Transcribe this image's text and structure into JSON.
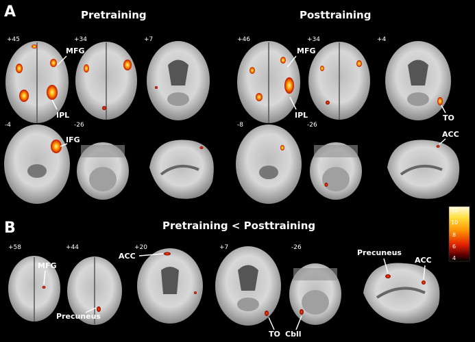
{
  "panels": {
    "a": "A",
    "b": "B"
  },
  "headings": {
    "pre": "Pretraining",
    "post": "Posttraining",
    "contrast": "Pretraining < Posttraining"
  },
  "pre_coords": [
    "+45",
    "+34",
    "+7",
    "-4",
    "-26"
  ],
  "post_coords": [
    "+46",
    "+34",
    "+4",
    "-8",
    "-26"
  ],
  "b_coords": [
    "+58",
    "+44",
    "+20",
    "+7",
    "-26"
  ],
  "regions_pre": {
    "mfg": "MFG",
    "ipl": "IPL",
    "ifg": "IFG"
  },
  "regions_post": {
    "mfg": "MFG",
    "ipl": "IPL",
    "to": "TO",
    "acc": "ACC"
  },
  "regions_b": {
    "mfg": "MFG",
    "precuneus_low": "Precuneus",
    "acc_top": "ACC",
    "to": "TO",
    "cbll": "Cbll",
    "precuneus_top": "Precuneus",
    "acc_right": "ACC"
  },
  "colorbar": {
    "ticks": [
      "12",
      "10",
      "8",
      "6",
      "4"
    ],
    "colors": [
      "#fffbe0",
      "#ffe040",
      "#ff9000",
      "#e02000",
      "#600000",
      "#000000"
    ]
  }
}
